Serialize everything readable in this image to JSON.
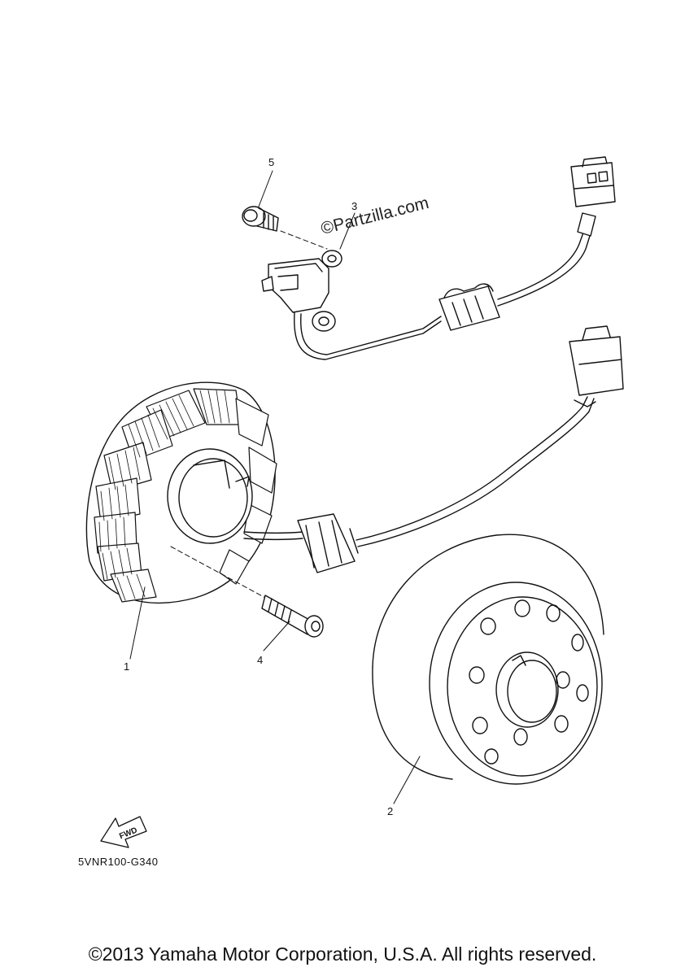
{
  "diagram": {
    "callouts": [
      {
        "id": "1",
        "label": "1"
      },
      {
        "id": "2",
        "label": "2"
      },
      {
        "id": "3",
        "label": "3"
      },
      {
        "id": "4",
        "label": "4"
      },
      {
        "id": "5",
        "label": "5"
      }
    ],
    "watermark": "©Partzilla.com",
    "fwd_label": "FWD",
    "part_code": "5VNR100-G340",
    "copyright": "©2013 Yamaha Motor Corporation, U.S.A. All rights reserved.",
    "colors": {
      "line": "#111111",
      "background": "#ffffff"
    }
  }
}
